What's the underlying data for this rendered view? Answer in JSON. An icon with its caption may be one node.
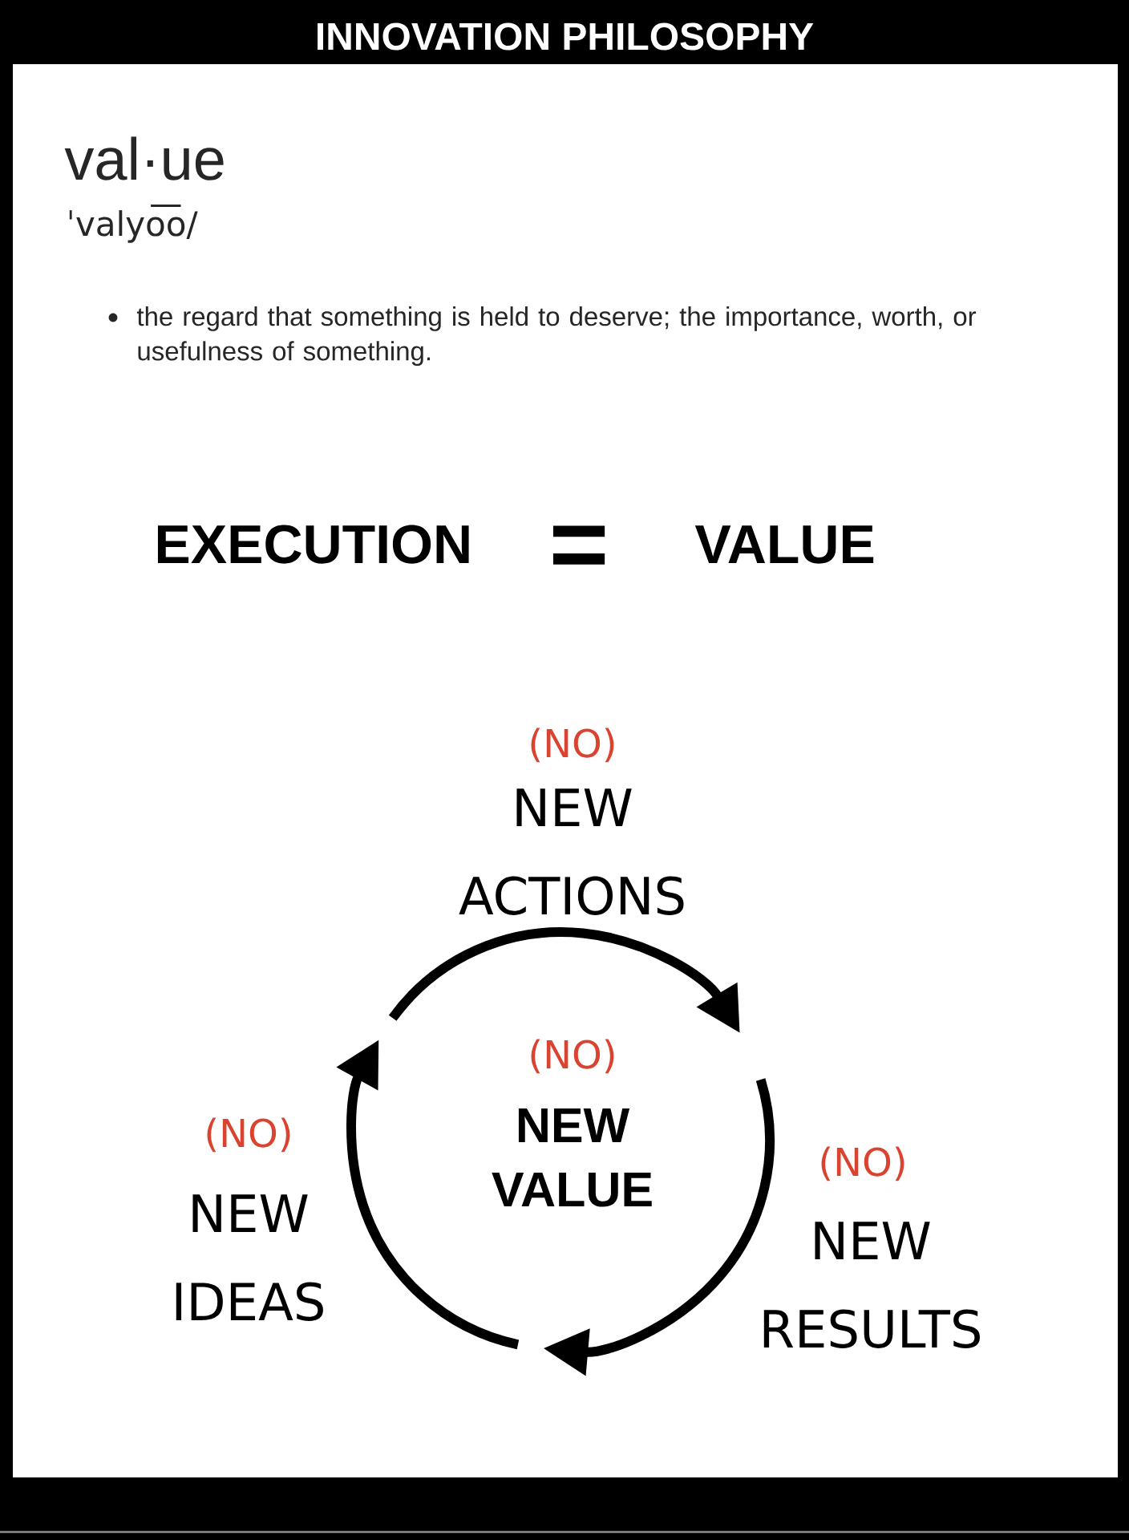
{
  "diagram": {
    "title": "INNOVATION PHILOSOPHY",
    "labels": [
      "val·ue",
      "ˈvalyo͞o/",
      "the regard that something is held to deserve; the importance, worth, or usefulness of something.",
      "EXECUTION",
      "=",
      "VALUE",
      "(NO)",
      "NEW ACTIONS",
      "(NO)",
      "NEW VALUE",
      "(NO)",
      "NEW IDEAS",
      "(NO)",
      "NEW RESULTS"
    ]
  }
}
